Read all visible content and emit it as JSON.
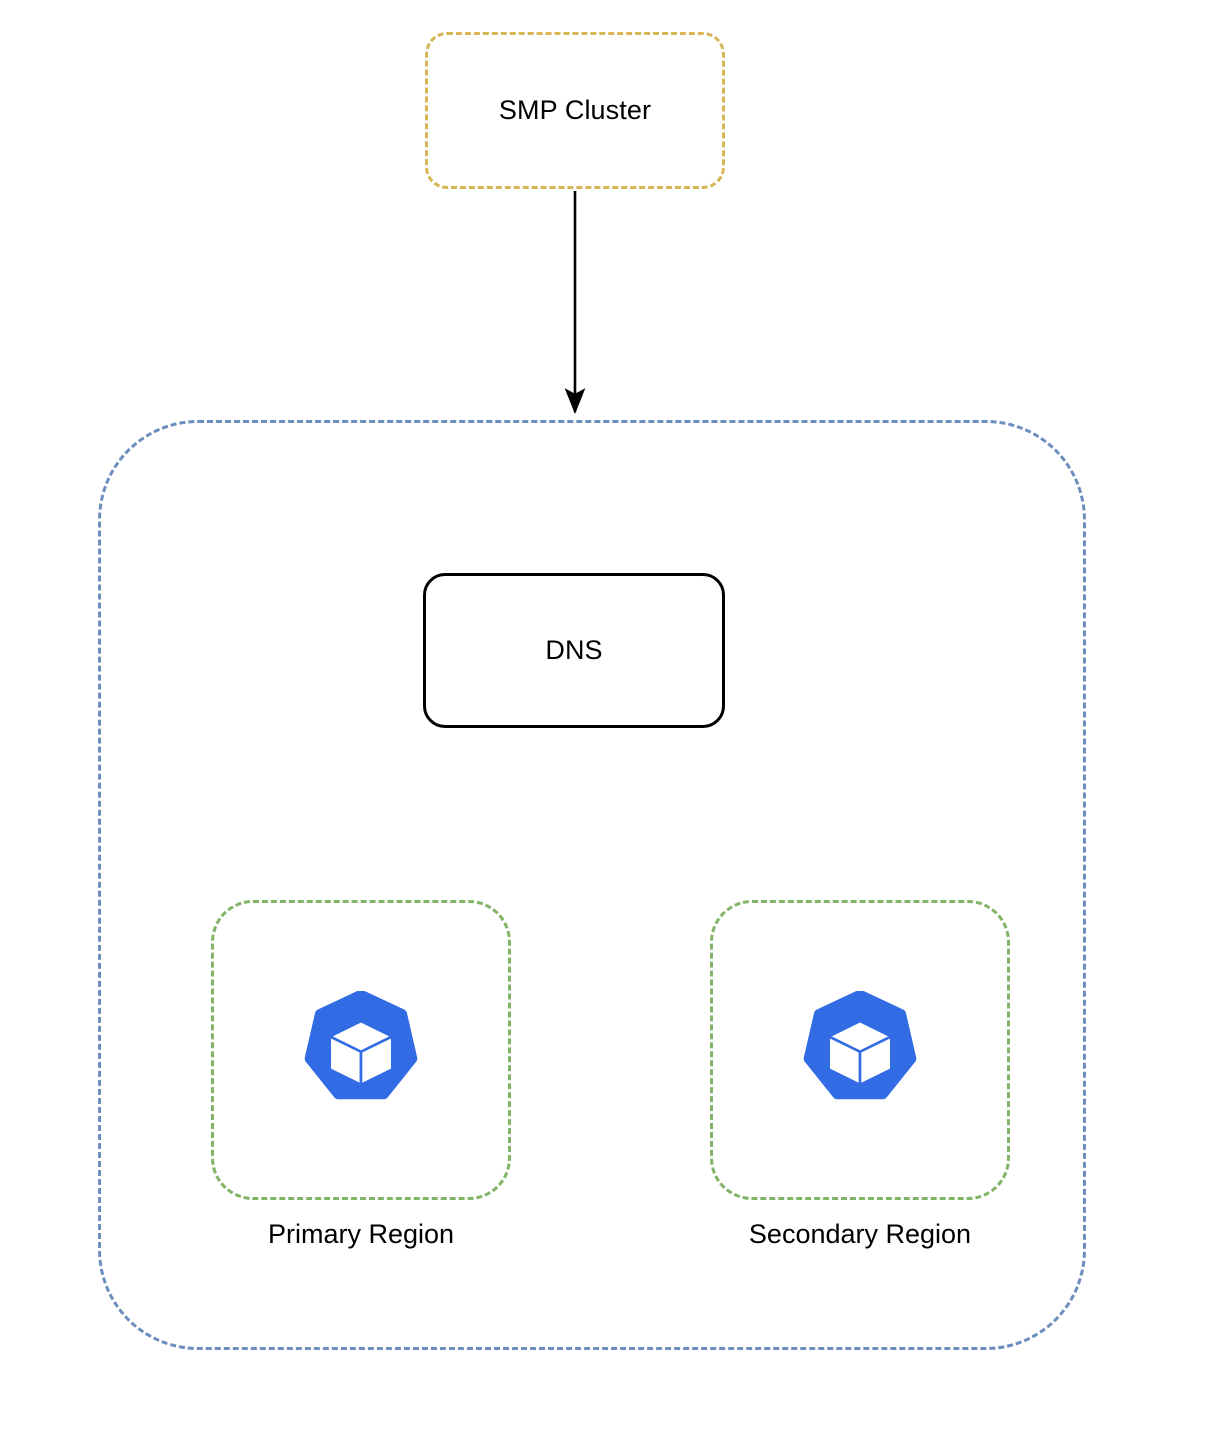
{
  "diagram": {
    "title": "SMP Cluster multi-region DNS failover topology",
    "background": "#ffffff",
    "colors": {
      "smp_border": "#d6b656",
      "platform_border": "#6c8ebf",
      "region_border": "#82b366",
      "dns_border": "#000000",
      "edge": "#000000",
      "kubernetes_blue": "#326ce5",
      "kubernetes_cube": "#ffffff"
    }
  },
  "nodes": {
    "smp_cluster": {
      "label": "SMP Cluster",
      "shape": "rounded-rectangle",
      "stroke": "dashed",
      "stroke_color": "#d6b656"
    },
    "platform": {
      "label": "",
      "shape": "rounded-rectangle",
      "stroke": "dashed",
      "stroke_color": "#6c8ebf"
    },
    "dns": {
      "label": "DNS",
      "shape": "rounded-rectangle",
      "stroke": "solid",
      "stroke_color": "#000000"
    },
    "primary_region": {
      "label": "Primary Region",
      "shape": "rounded-rectangle",
      "stroke": "dashed",
      "stroke_color": "#82b366",
      "icon": "kubernetes-icon"
    },
    "secondary_region": {
      "label": "Secondary Region",
      "shape": "rounded-rectangle",
      "stroke": "dashed",
      "stroke_color": "#82b366",
      "icon": "kubernetes-icon"
    }
  },
  "edges": [
    {
      "id": "smp-to-platform",
      "from": "smp_cluster",
      "to": "platform",
      "style": "solid",
      "arrow": "end",
      "label": ""
    },
    {
      "id": "dns-to-primary",
      "from": "dns",
      "to": "primary_region",
      "style": "solid",
      "arrow": "end",
      "label": ""
    },
    {
      "id": "dns-to-secondary",
      "from": "dns",
      "to": "secondary_region",
      "style": "dashed",
      "arrow": "end",
      "label": ""
    },
    {
      "id": "primary-to-secondary",
      "from": "primary_region",
      "to": "secondary_region",
      "style": "solid",
      "arrow": "end",
      "label": ""
    }
  ]
}
